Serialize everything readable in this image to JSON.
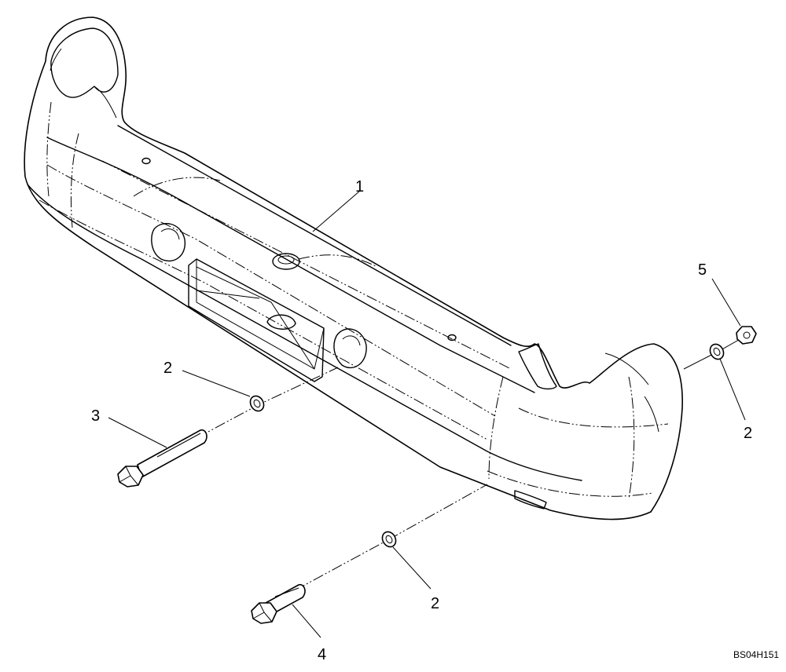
{
  "callouts": {
    "c1": "1",
    "c2a": "2",
    "c2b": "2",
    "c2c": "2",
    "c3": "3",
    "c4": "4",
    "c5": "5"
  },
  "drawing_code": "BS04H151",
  "parts": [
    {
      "ref": "1",
      "icon": "counterweight-icon"
    },
    {
      "ref": "2",
      "icon": "washer-icon"
    },
    {
      "ref": "3",
      "icon": "bolt-icon"
    },
    {
      "ref": "4",
      "icon": "bolt-icon"
    },
    {
      "ref": "5",
      "icon": "nut-icon"
    }
  ],
  "colors": {
    "line": "#000000",
    "background": "#ffffff"
  }
}
